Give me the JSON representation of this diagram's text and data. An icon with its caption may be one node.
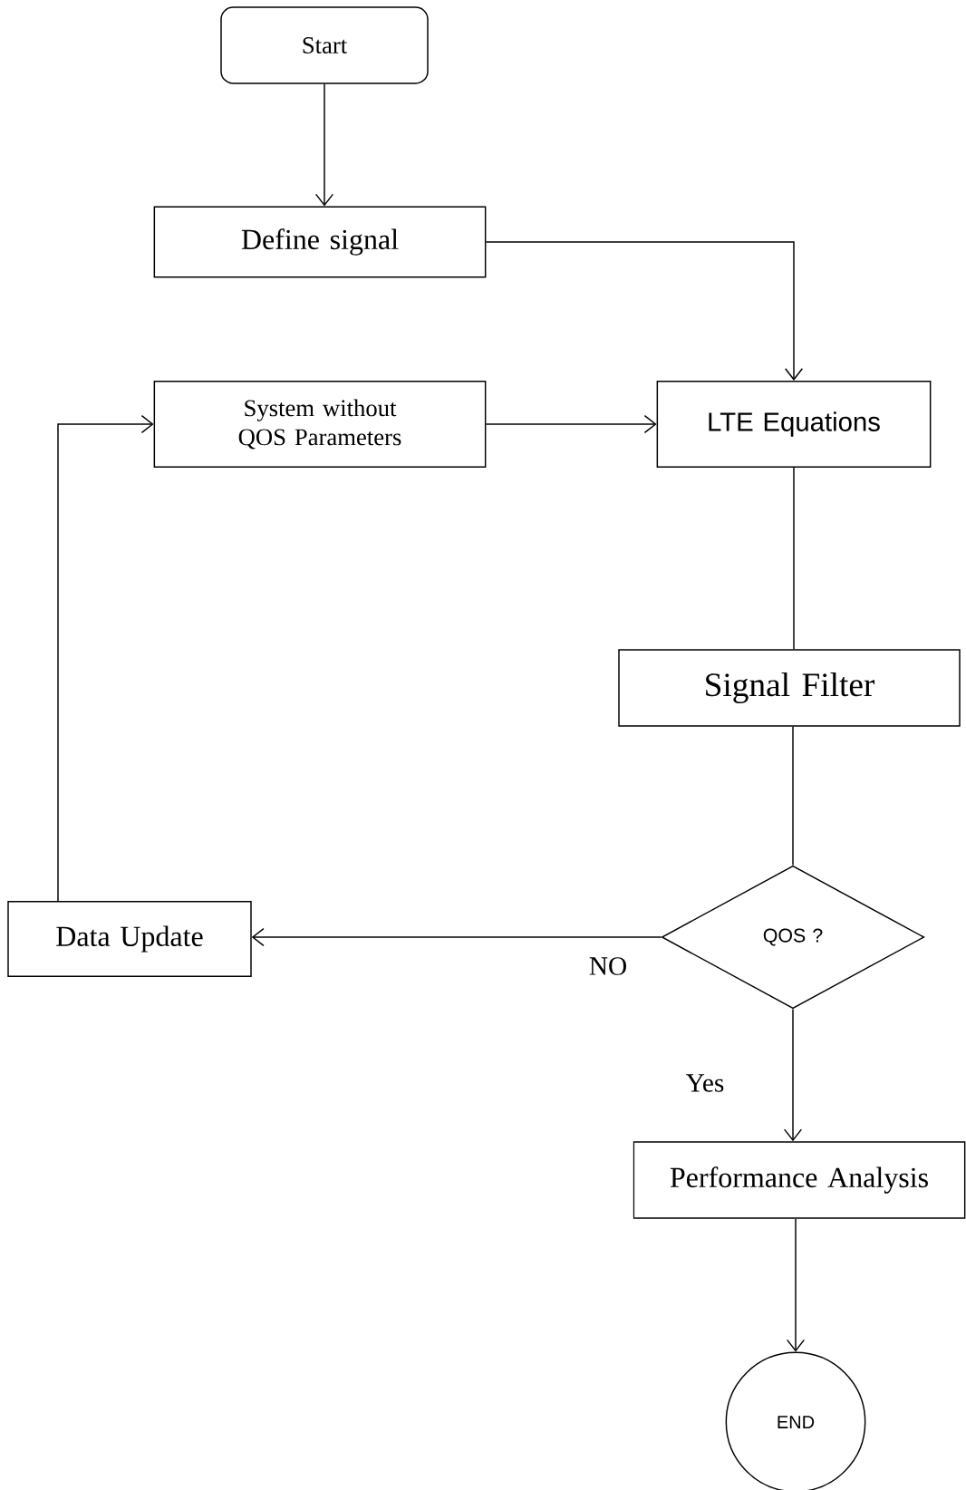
{
  "diagram": {
    "nodes": [
      {
        "text": [
          "Start"
        ]
      },
      {
        "text": [
          "Define signal"
        ]
      },
      {
        "text": [
          "System without QOS Parameters"
        ]
      },
      {
        "text": [
          "LTE Equations"
        ]
      },
      {
        "text": [
          "Signal Filter"
        ]
      },
      {
        "text": [
          "QOS ?"
        ]
      },
      {
        "text": [
          "Data Update"
        ]
      },
      {
        "text": [
          "Performance Analysis"
        ]
      },
      {
        "text": [
          "END"
        ]
      }
    ],
    "edges": [
      {
        "from": 0,
        "to": 1,
        "arrow": "to"
      },
      {
        "from": 1,
        "to": 3,
        "arrow": "to"
      },
      {
        "from": 2,
        "to": 3,
        "arrow": "to"
      },
      {
        "from": 3,
        "to": 4,
        "arrow": "none"
      },
      {
        "from": 4,
        "to": 5,
        "arrow": "none"
      },
      {
        "from": 5,
        "to": 6,
        "arrow": "to",
        "label": "NO"
      },
      {
        "from": 5,
        "to": 7,
        "arrow": "to",
        "label": "Yes"
      },
      {
        "from": 7,
        "to": 8,
        "arrow": "to"
      },
      {
        "from": 6,
        "to": 2,
        "arrow": "to"
      }
    ]
  }
}
